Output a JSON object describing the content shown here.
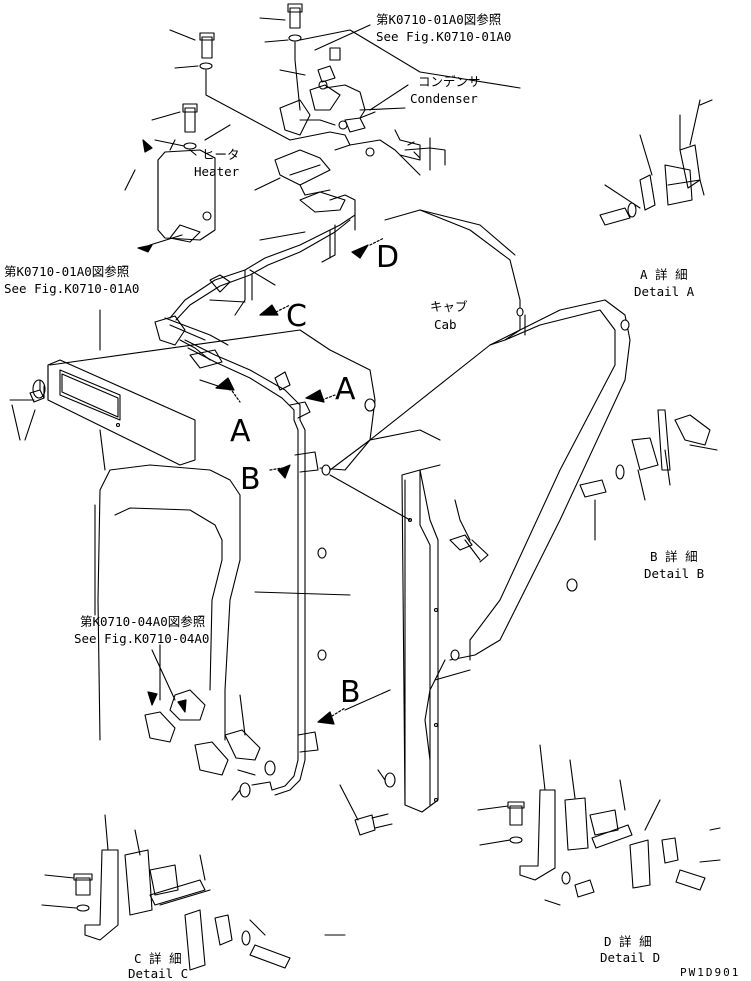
{
  "labels": {
    "ref_top_jp": "第K0710-01A0図参照",
    "ref_top_en": "See Fig.K0710-01A0",
    "condenser_jp": "コンデンサ",
    "condenser_en": "Condenser",
    "heater_jp": "ヒータ",
    "heater_en": "Heater",
    "ref_left_jp": "第K0710-01A0図参照",
    "ref_left_en": "See Fig.K0710-01A0",
    "cab_jp": "キャブ",
    "cab_en": "Cab",
    "ref_mid_jp": "第K0710-04A0図参照",
    "ref_mid_en": "See Fig.K0710-04A0",
    "detail_a_jp": "A 詳 細",
    "detail_a_en": "Detail A",
    "detail_b_jp": "B 詳 細",
    "detail_b_en": "Detail B",
    "detail_c_jp": "C 詳 細",
    "detail_c_en": "Detail C",
    "detail_d_jp": "D 詳 細",
    "detail_d_en": "Detail D",
    "code": "PW1D901"
  },
  "view_letters": {
    "a1": "A",
    "a2": "A",
    "b1": "B",
    "b2": "B",
    "c": "C",
    "d": "D"
  }
}
